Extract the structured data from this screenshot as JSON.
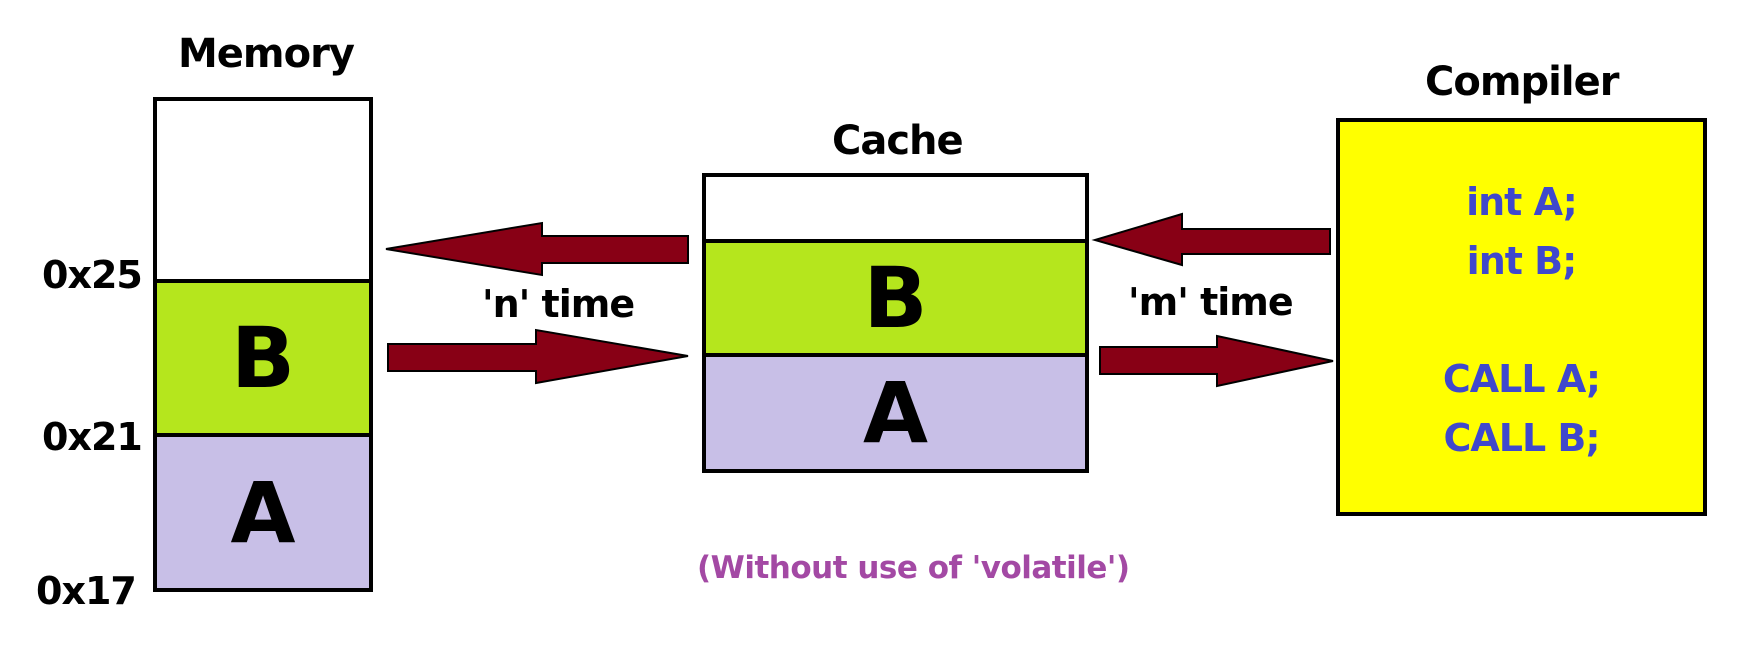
{
  "colors": {
    "green": "#b5e61d",
    "lavender": "#c8bfe7",
    "yellow": "#ffff00",
    "arrow": "#880015",
    "code": "#3f48cc",
    "caption": "#a349a4"
  },
  "memory": {
    "title": "Memory",
    "cells": [
      {
        "label": "",
        "color": "#ffffff"
      },
      {
        "label": "B",
        "color": "#b5e61d"
      },
      {
        "label": "A",
        "color": "#c8bfe7"
      }
    ],
    "addresses": [
      "0x25",
      "0x21",
      "0x17"
    ]
  },
  "cache": {
    "title": "Cache",
    "cells": [
      {
        "label": "",
        "color": "#ffffff"
      },
      {
        "label": "B",
        "color": "#b5e61d"
      },
      {
        "label": "A",
        "color": "#c8bfe7"
      }
    ]
  },
  "compiler": {
    "title": "Compiler",
    "code_lines": [
      "int A;",
      "int B;",
      "CALL A;",
      "CALL B;"
    ]
  },
  "arrows": {
    "memory_cache_label": "'n' time",
    "cache_compiler_label": "'m' time"
  },
  "caption": "(Without use of 'volatile')"
}
